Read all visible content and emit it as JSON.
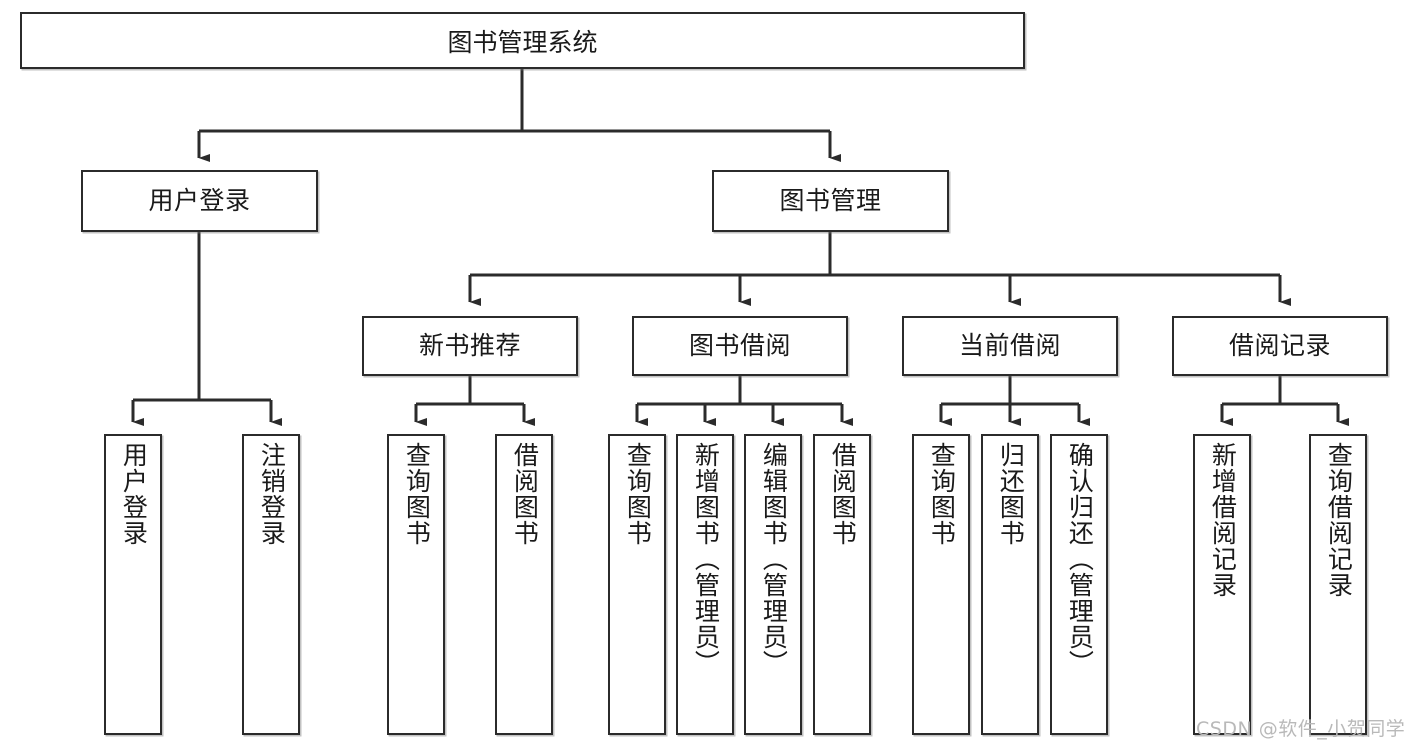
{
  "diagram": {
    "type": "tree-hierarchy",
    "title": "图书管理系统",
    "root": {
      "label": "图书管理系统"
    },
    "level2": [
      {
        "label": "用户登录"
      },
      {
        "label": "图书管理"
      }
    ],
    "level3": [
      {
        "label": "新书推荐"
      },
      {
        "label": "图书借阅"
      },
      {
        "label": "当前借阅"
      },
      {
        "label": "借阅记录"
      }
    ],
    "leaves": {
      "user_login": [
        {
          "label": "用户登录"
        },
        {
          "label": "注销登录"
        }
      ],
      "new_book_recommend": [
        {
          "label": "查询图书"
        },
        {
          "label": "借阅图书"
        }
      ],
      "book_borrow": [
        {
          "label": "查询图书"
        },
        {
          "label": "新增图书（管理员）"
        },
        {
          "label": "编辑图书（管理员）"
        },
        {
          "label": "借阅图书"
        }
      ],
      "current_borrow": [
        {
          "label": "查询图书"
        },
        {
          "label": "归还图书"
        },
        {
          "label": "确认归还（管理员）"
        }
      ],
      "borrow_record": [
        {
          "label": "新增借阅记录"
        },
        {
          "label": "查询借阅记录"
        }
      ]
    }
  },
  "watermark": {
    "text": "CSDN @软件_小贺同学"
  },
  "colors": {
    "border": "#2b2b2b",
    "background": "#ffffff",
    "text": "#1a1a1a",
    "watermark": "#b9b9b9"
  }
}
